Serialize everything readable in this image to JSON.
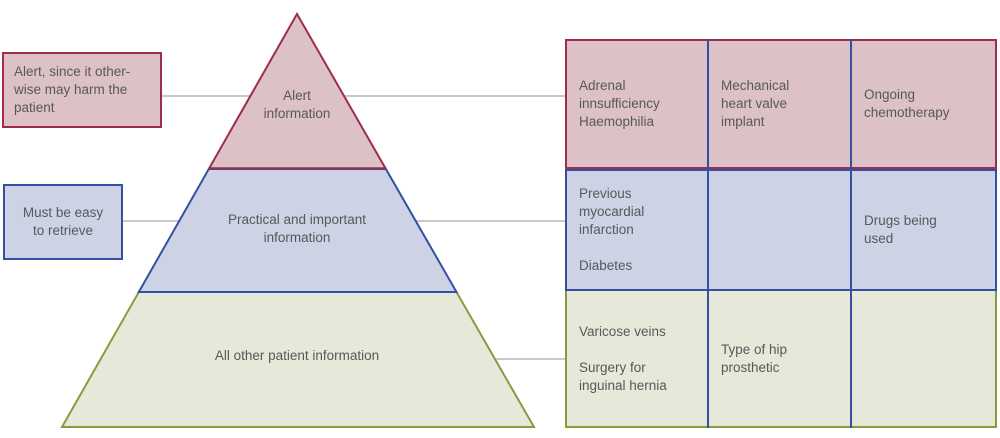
{
  "colors": {
    "red-border": "#9e2c4d",
    "red-fill": "#dcc1c6",
    "blue-border": "#3450a2",
    "blue-fill": "#cdd3e5",
    "olive-border": "#8a9a3e",
    "green-fill": "#e6e9da",
    "line-gray": "#c9c9c9",
    "text": "#58585b",
    "background": "#ffffff"
  },
  "pyramid": {
    "levels": [
      {
        "id": "alert",
        "label": "Alert\ninformation"
      },
      {
        "id": "practical",
        "label": "Practical and important\ninformation"
      },
      {
        "id": "other",
        "label": "All other patient information"
      }
    ]
  },
  "annotations": [
    {
      "id": "alert",
      "text": "Alert, since it other-\nwise may harm the\npatient"
    },
    {
      "id": "retrieve",
      "text": "Must be easy\nto retrieve"
    }
  ],
  "examples_grid": {
    "rows": [
      {
        "tier": "alert",
        "cells": [
          "Adrenal\ninnsufficiency\nHaemophilia",
          "Mechanical\nheart valve\nimplant",
          "Ongoing\nchemotherapy"
        ]
      },
      {
        "tier": "practical",
        "cells": [
          "Previous\nmyocardial\ninfarction\n\nDiabetes",
          "",
          "Drugs being\nused"
        ]
      },
      {
        "tier": "other",
        "cells": [
          "Varicose veins\n\nSurgery for\ninguinal hernia",
          "Type of hip\nprosthetic",
          ""
        ]
      }
    ]
  }
}
